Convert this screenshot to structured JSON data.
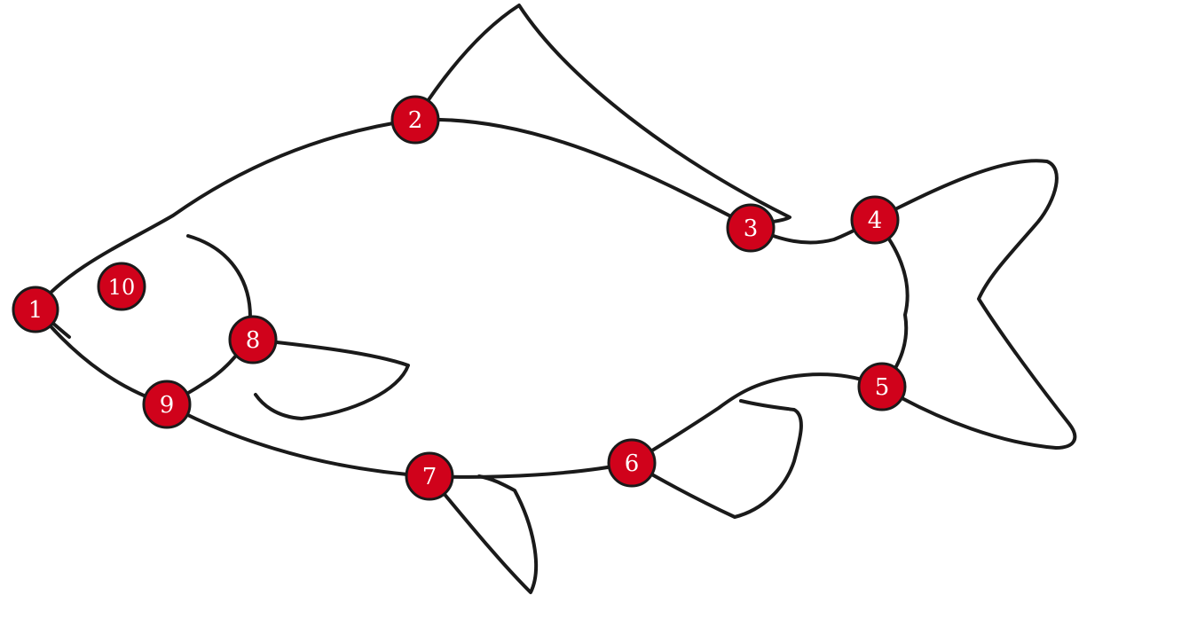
{
  "colors": {
    "outline": "#1a1a1a",
    "marker_fill": "#d0021b",
    "marker_text": "#ffffff",
    "background": "#ffffff"
  },
  "landmarks": [
    {
      "label": "1"
    },
    {
      "label": "2"
    },
    {
      "label": "3"
    },
    {
      "label": "4"
    },
    {
      "label": "5"
    },
    {
      "label": "6"
    },
    {
      "label": "7"
    },
    {
      "label": "8"
    },
    {
      "label": "9"
    },
    {
      "label": "10"
    }
  ]
}
